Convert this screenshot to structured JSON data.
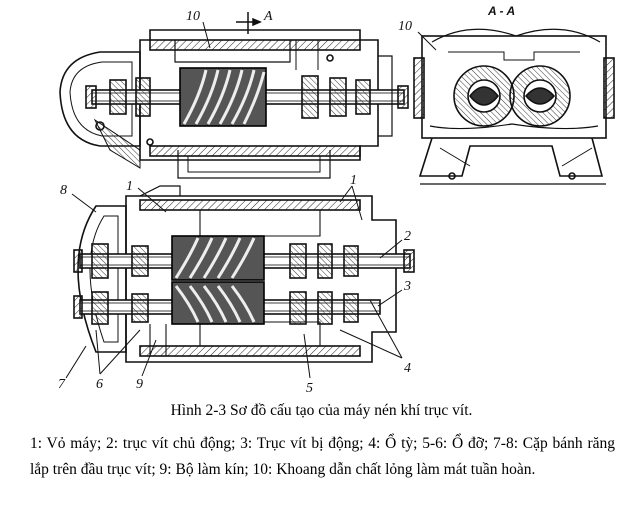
{
  "figure": {
    "callouts": {
      "top_10": "10",
      "top_section_A": "A",
      "side_10": "10",
      "side_section": "A - A",
      "lower_1_left": "1",
      "lower_1_right": "1",
      "lower_8": "8",
      "lower_2": "2",
      "lower_3": "3",
      "lower_4": "4",
      "lower_5": "5",
      "lower_6": "6",
      "lower_7": "7",
      "lower_9": "9"
    }
  },
  "caption": "Hình 2-3 Sơ đồ cấu tạo của máy nén khí trục vít.",
  "legend": "1: Vỏ máy; 2: trục vít chủ động; 3: Trục vít bị động; 4: Ổ tỳ; 5-6: Ổ đỡ; 7-8: Cặp bánh răng lắp trên đầu trục vít; 9: Bộ làm kín; 10: Khoang dẫn chất lỏng làm mát tuần hoàn."
}
